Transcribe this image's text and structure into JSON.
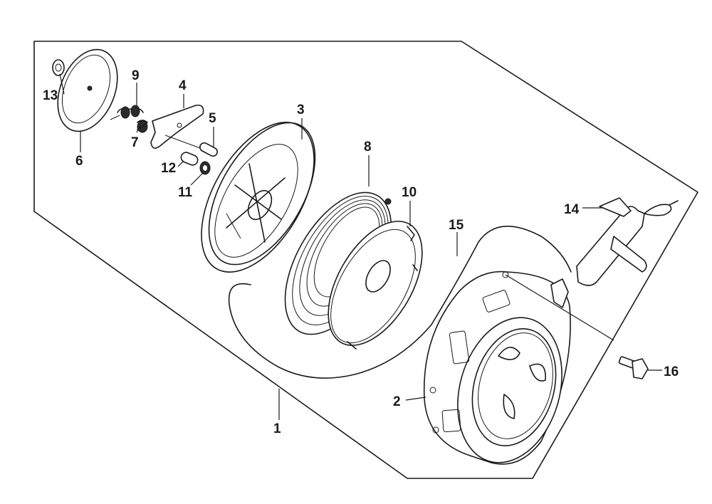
{
  "diagram": {
    "callouts": [
      {
        "id": "c1",
        "label": "1"
      },
      {
        "id": "c2",
        "label": "2"
      },
      {
        "id": "c3",
        "label": "3"
      },
      {
        "id": "c4",
        "label": "4"
      },
      {
        "id": "c5",
        "label": "5"
      },
      {
        "id": "c6",
        "label": "6"
      },
      {
        "id": "c7",
        "label": "7"
      },
      {
        "id": "c8",
        "label": "8"
      },
      {
        "id": "c9",
        "label": "9"
      },
      {
        "id": "c10",
        "label": "10"
      },
      {
        "id": "c11",
        "label": "11"
      },
      {
        "id": "c12",
        "label": "12"
      },
      {
        "id": "c13",
        "label": "13"
      },
      {
        "id": "c14",
        "label": "14"
      },
      {
        "id": "c15",
        "label": "15"
      },
      {
        "id": "c16",
        "label": "16"
      }
    ],
    "colors": {
      "ink": "#1a1a1a",
      "paper": "#ffffff"
    }
  }
}
